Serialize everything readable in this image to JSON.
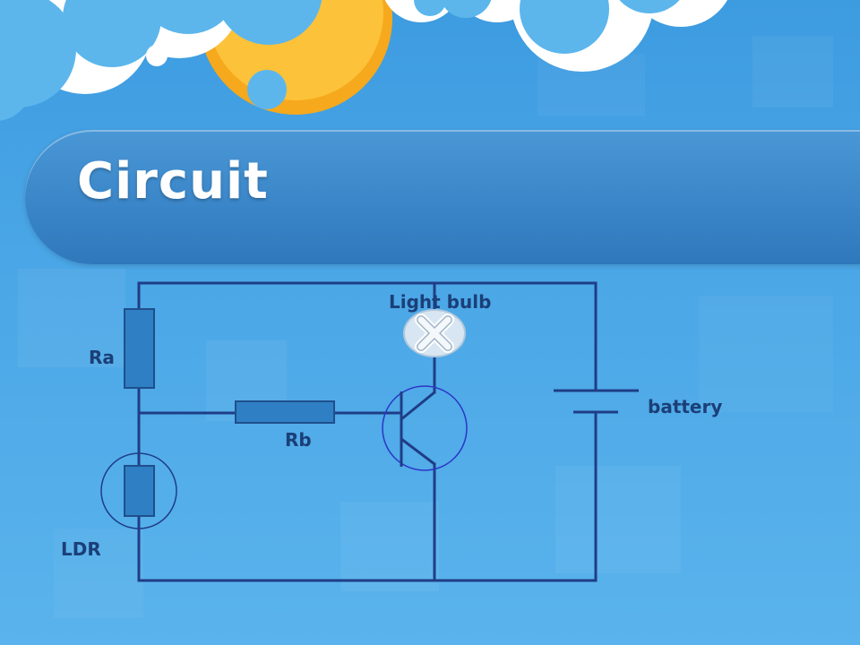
{
  "slide": {
    "title": "Circuit"
  },
  "diagram": {
    "labels": {
      "resistor_a": "Ra",
      "resistor_b": "Rb",
      "ldr": "LDR",
      "light_bulb": "Light bulb",
      "battery": "battery"
    },
    "colors": {
      "wire": "#1f3d86",
      "resistor_fill": "#2f7fc4",
      "transistor_circle": "#2a36c8",
      "label_text": "#1b3f78",
      "title_text": "#ffffff"
    }
  }
}
